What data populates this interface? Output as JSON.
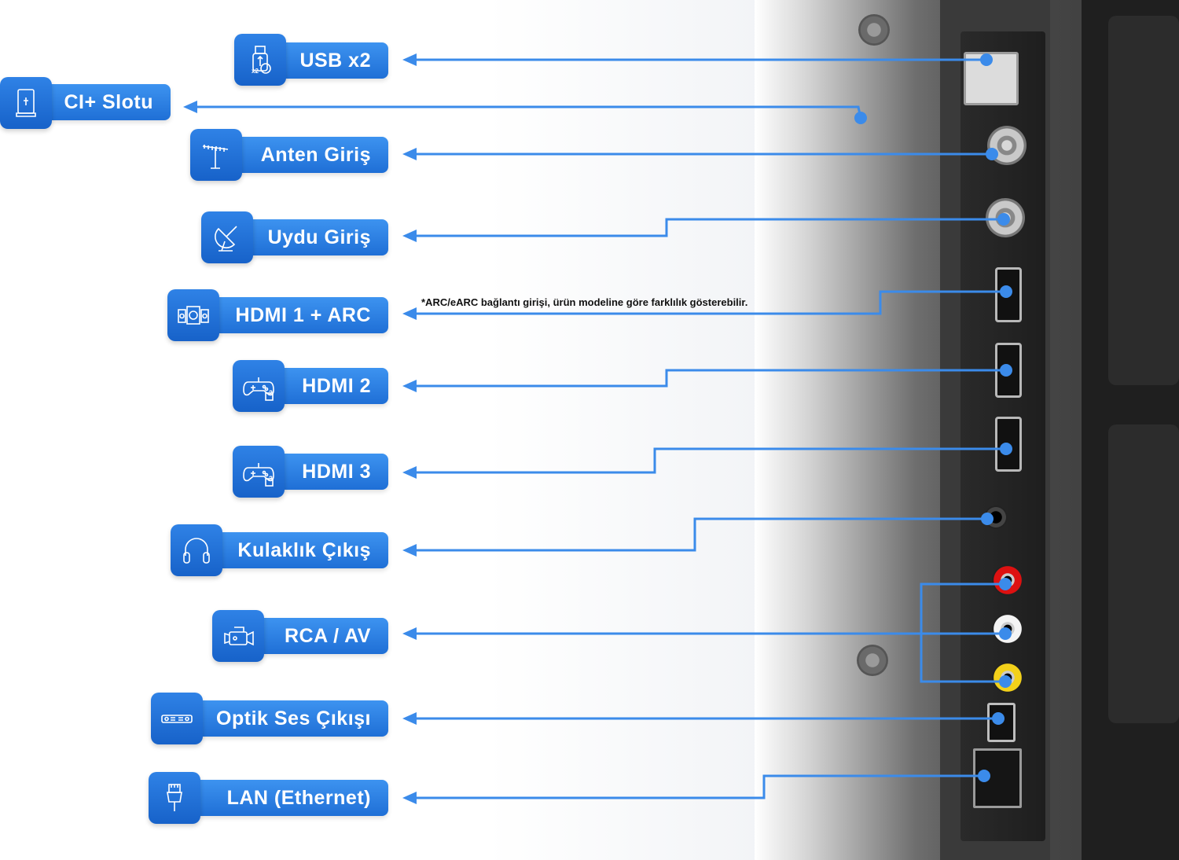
{
  "ports": [
    {
      "id": "usb",
      "label": "USB x2",
      "icon": "usb-stick-icon"
    },
    {
      "id": "ci",
      "label": "CI+ Slotu",
      "icon": "ci-card-icon"
    },
    {
      "id": "antenna",
      "label": "Anten Giriş",
      "icon": "antenna-icon"
    },
    {
      "id": "satellite",
      "label": "Uydu Giriş",
      "icon": "satellite-dish-icon"
    },
    {
      "id": "hdmi1",
      "label": "HDMI 1 + ARC",
      "icon": "speaker-system-icon"
    },
    {
      "id": "hdmi2",
      "label": "HDMI 2",
      "icon": "gamepad-2-icon"
    },
    {
      "id": "hdmi3",
      "label": "HDMI 3",
      "icon": "gamepad-3-icon"
    },
    {
      "id": "headphone",
      "label": "Kulaklık Çıkış",
      "icon": "headphones-icon"
    },
    {
      "id": "rca",
      "label": "RCA / AV",
      "icon": "video-camera-icon"
    },
    {
      "id": "optical",
      "label": "Optik Ses Çıkışı",
      "icon": "soundbar-icon"
    },
    {
      "id": "lan",
      "label": "LAN (Ethernet)",
      "icon": "ethernet-cable-icon"
    }
  ],
  "note": "*ARC/eARC bağlantı girişi, ürün modeline göre farklılık gösterebilir.",
  "icon_badges": {
    "usb": "x2",
    "hdmi2": "2",
    "hdmi3": "3"
  },
  "colors": {
    "accent": "#2a7de3",
    "line": "#3b8bea",
    "tv": "#3a3a3a"
  }
}
